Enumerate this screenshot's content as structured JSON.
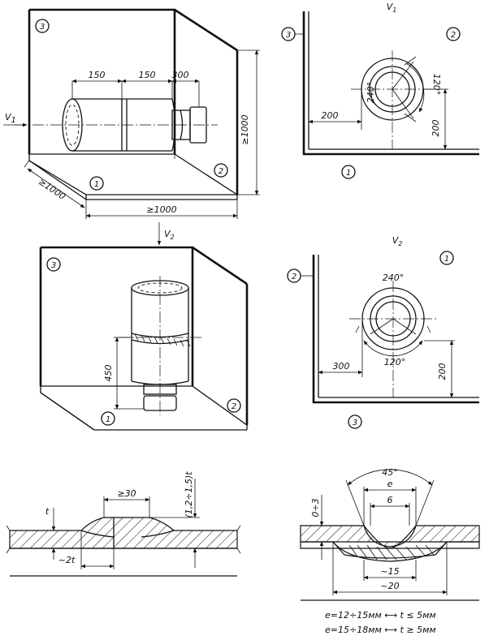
{
  "views": {
    "v1_label": "V",
    "v1_sub": "1",
    "v2_label": "V",
    "v2_sub": "2"
  },
  "fig1": {
    "wall1": "1",
    "wall2": "2",
    "wall3": "3",
    "dim_a": "150",
    "dim_b": "150",
    "dim_c": "300",
    "dim_height": "≥1000",
    "dim_depth": "≥1000",
    "dim_width": "≥1000"
  },
  "fig2": {
    "wall1": "1",
    "wall2": "2",
    "wall3": "3",
    "angle_a": "240°",
    "angle_b": "120°",
    "dim_left": "200",
    "dim_bottom": "200"
  },
  "fig3": {
    "wall1": "1",
    "wall2": "2",
    "wall3": "3",
    "dim_height": "450"
  },
  "fig4": {
    "wall1": "1",
    "wall2": "2",
    "wall3": "3",
    "angle_a": "240°",
    "angle_b": "120°",
    "dim_left": "300",
    "dim_bottom": "200"
  },
  "fig5": {
    "t": "t",
    "width": "≥30",
    "height": "(1,2÷1,5)t",
    "offset": "~2t"
  },
  "fig6": {
    "angle": "45°",
    "e": "e",
    "six": "6",
    "gap": "0÷3",
    "w15": "~15",
    "w20": "~20",
    "rule1": "e=12÷15мм ⟷ t ≤ 5мм",
    "rule2": "e=15÷18мм ⟷ t ≥ 5мм"
  }
}
